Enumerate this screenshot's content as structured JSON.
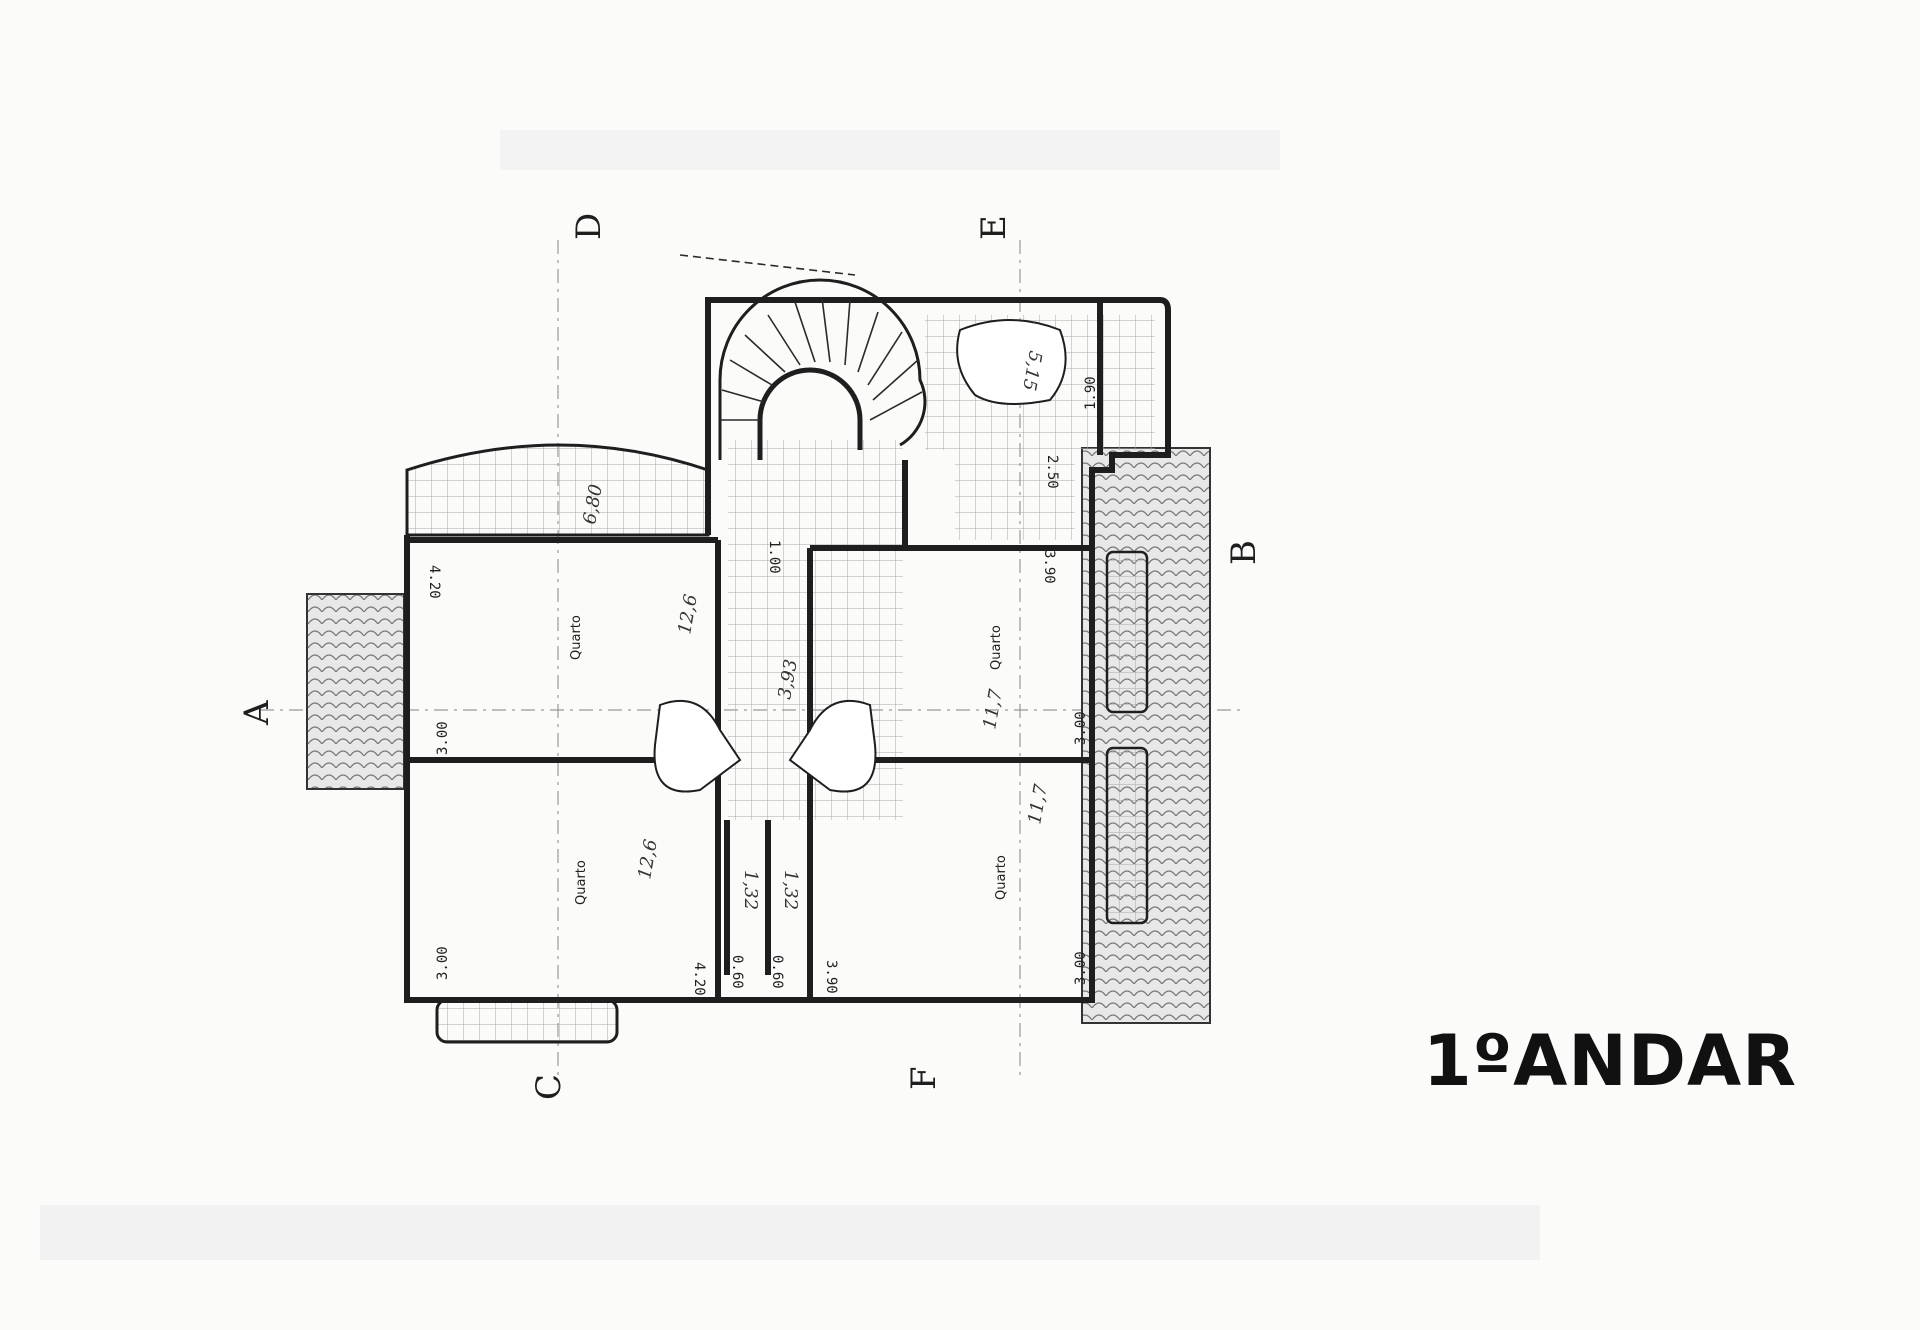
{
  "title": "1ºANDAR",
  "section_markers": [
    "A",
    "B",
    "C",
    "D",
    "E",
    "F"
  ],
  "rooms": {
    "room_top_left": "Quarto",
    "room_bottom_left": "Quarto",
    "room_top_right": "Quarto",
    "room_bottom_right": "Quarto"
  },
  "dimensions": {
    "top_left_width": "4.20",
    "top_left_height": "3.00",
    "bottom_left_height": "3.00",
    "bottom_left_width": "4.20",
    "hall_top": "1.00",
    "top_right_width": "3.90",
    "top_right_height": "3.00",
    "bottom_right_width": "3.90",
    "bottom_right_height": "3.00",
    "closet_left": "0.60",
    "closet_right": "0.60",
    "wc_width": "2.50",
    "bath_height": "1.90"
  },
  "handwritten_areas": {
    "room_top_left": "12,6",
    "room_bottom_left": "12,6",
    "room_top_right": "11,7",
    "room_bottom_right": "11,7",
    "hall": "3,93",
    "balcony_top": "6,80",
    "closet_left": "1,32",
    "closet_right": "1,32",
    "bath": "5,15"
  }
}
